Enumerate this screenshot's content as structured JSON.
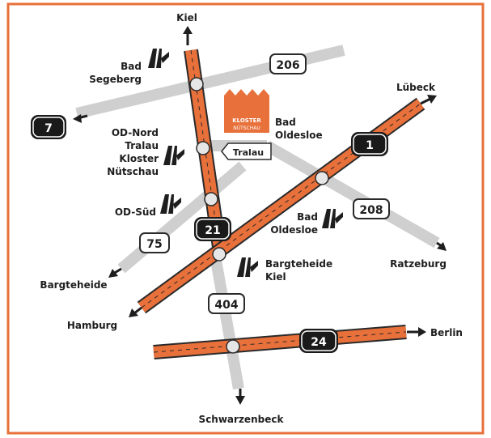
{
  "map": {
    "colors": {
      "frame": "#e8703a",
      "motorway": "#e8703a",
      "motorway_edge": "#2a2a2a",
      "main_road": "#cfcfcf",
      "shield_motorway_bg": "#1a1a1a",
      "shield_road_bg": "#ffffff",
      "text": "#1e1e1e"
    },
    "destinations": {
      "kiel": "Kiel",
      "luebeck": "Lübeck",
      "hamburg": "Hamburg",
      "berlin": "Berlin",
      "schwarzenbeck": "Schwarzenbeck",
      "ratzeburg": "Ratzeburg",
      "bargteheide": "Bargteheide"
    },
    "exits": {
      "bad_segeberg": [
        "Bad",
        "Segeberg"
      ],
      "od_nord": [
        "OD-Nord",
        "Tralau",
        "Kloster",
        "Nütschau"
      ],
      "od_sued": "OD-Süd",
      "bad_oldesloe_exit": [
        "Bad",
        "Oldesloe"
      ],
      "bargteheide_kiel": [
        "Bargteheide",
        "Kiel"
      ]
    },
    "town": {
      "bad_oldesloe": [
        "Bad",
        "Oldesloe"
      ],
      "tralau": "Tralau",
      "logo_text": [
        "KLOSTER",
        "NÜTSCHAU"
      ]
    },
    "shields": {
      "a1": "1",
      "a7": "7",
      "a21": "21",
      "a24": "24",
      "b206": "206",
      "b208": "208",
      "b75": "75",
      "b404": "404"
    },
    "icons": {
      "motorway_exit": "motorway-exit-icon",
      "arrow": "direction-arrow-icon",
      "monastery": "monastery-icon"
    }
  }
}
